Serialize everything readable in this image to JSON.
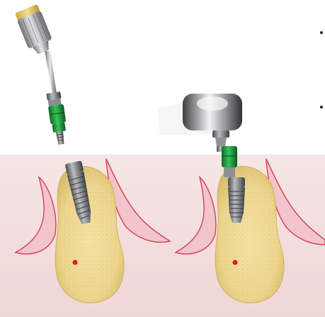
{
  "illustration": {
    "panels": [
      {
        "step": "insertion-with-hand-driver",
        "tool": "hand-driver"
      },
      {
        "step": "insertion-with-ratchet",
        "tool": "ratchet-wrench"
      }
    ],
    "colors": {
      "gum_background": "#f3dfe0",
      "gum_outline": "#d9475f",
      "bone": "#ecd58d",
      "implant_metal": "#6e7073",
      "driver_green": "#21a03a",
      "marker_dot": "#e01b24",
      "handle_cap": "#e8d274"
    },
    "margin_bullets": 2
  }
}
